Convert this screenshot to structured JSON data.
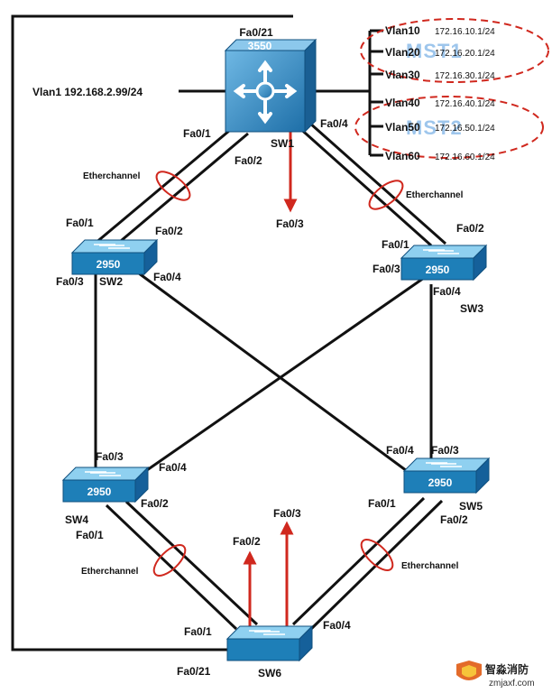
{
  "sw1": {
    "model": "3550",
    "name": "SW1",
    "svi": "Vlan1 192.168.2.99/24"
  },
  "sw2": {
    "model": "2950",
    "name": "SW2"
  },
  "sw3": {
    "model": "2950",
    "name": "SW3"
  },
  "sw4": {
    "model": "2950",
    "name": "SW4"
  },
  "sw5": {
    "model": "2950",
    "name": "SW5"
  },
  "sw6": {
    "name": "SW6"
  },
  "vlans": [
    {
      "name": "Vlan10",
      "ip": "172.16.10.1/24"
    },
    {
      "name": "Vlan20",
      "ip": "172.16.20.1/24"
    },
    {
      "name": "Vlan30",
      "ip": "172.16.30.1/24"
    },
    {
      "name": "Vlan40",
      "ip": "172.16.40.1/24"
    },
    {
      "name": "Vlan50",
      "ip": "172.16.50.1/24"
    },
    {
      "name": "Vlan60",
      "ip": "172.16.60.1/24"
    }
  ],
  "mst_groups": [
    "MST1",
    "MST2"
  ],
  "etherchannel_label": "Etherchannel",
  "ports": {
    "sw1_top": "Fa0/21",
    "sw1_fa01": "Fa0/1",
    "sw1_fa02": "Fa0/2",
    "sw1_fa04": "Fa0/4",
    "sw1_fa03": "Fa0/3",
    "sw2_fa01": "Fa0/1",
    "sw2_fa02": "Fa0/2",
    "sw2_fa03": "Fa0/3",
    "sw2_fa04": "Fa0/4",
    "sw3_fa01": "Fa0/1",
    "sw3_fa02": "Fa0/2",
    "sw3_fa03": "Fa0/3",
    "sw3_fa04": "Fa0/4",
    "sw4_fa03": "Fa0/3",
    "sw4_fa04": "Fa0/4",
    "sw4_fa02": "Fa0/2",
    "sw4_fa01": "Fa0/1",
    "sw5_fa04": "Fa0/4",
    "sw5_fa03": "Fa0/3",
    "sw5_fa01": "Fa0/1",
    "sw5_fa02": "Fa0/2",
    "sw6_fa02": "Fa0/2",
    "sw6_fa03": "Fa0/3",
    "sw6_fa01": "Fa0/1",
    "sw6_fa04": "Fa0/4",
    "sw6_fa21": "Fa0/21"
  },
  "watermark": {
    "title": "智淼消防",
    "url": "zmjaxf.com"
  },
  "colors": {
    "switch_body": "#1e7fb8",
    "switch_top": "#7fc3e6",
    "accent_red": "#d0281e",
    "link": "#111111"
  }
}
